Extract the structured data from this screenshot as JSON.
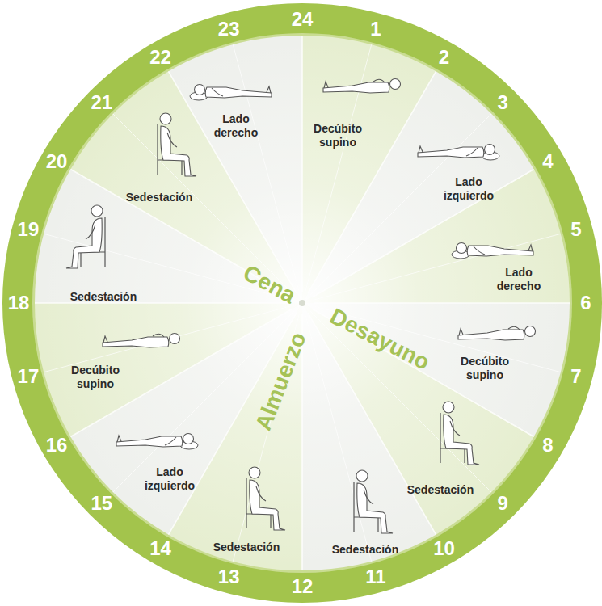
{
  "diagram": {
    "nodes": [
      {
        "text": [
          "Decúbito supino"
        ]
      },
      {
        "text": [
          "Lado izquierdo"
        ]
      },
      {
        "text": [
          "Lado derecho"
        ]
      },
      {
        "text": [
          "Decúbito supino"
        ]
      },
      {
        "text": [
          "Sedestación"
        ]
      },
      {
        "text": [
          "Sedestación"
        ]
      },
      {
        "text": [
          "Sedestación"
        ]
      },
      {
        "text": [
          "Lado izquierdo"
        ]
      },
      {
        "text": [
          "Decúbito supino"
        ]
      },
      {
        "text": [
          "Sedestación"
        ]
      },
      {
        "text": [
          "Sedestación"
        ]
      },
      {
        "text": [
          "Lado derecho"
        ]
      }
    ],
    "labels": [
      "1",
      "2",
      "3",
      "4",
      "5",
      "6",
      "7",
      "8",
      "9",
      "10",
      "11",
      "12",
      "13",
      "14",
      "15",
      "16",
      "17",
      "18",
      "19",
      "20",
      "21",
      "22",
      "23",
      "24",
      "Cena",
      "Desayuno",
      "Almuerzo"
    ]
  }
}
